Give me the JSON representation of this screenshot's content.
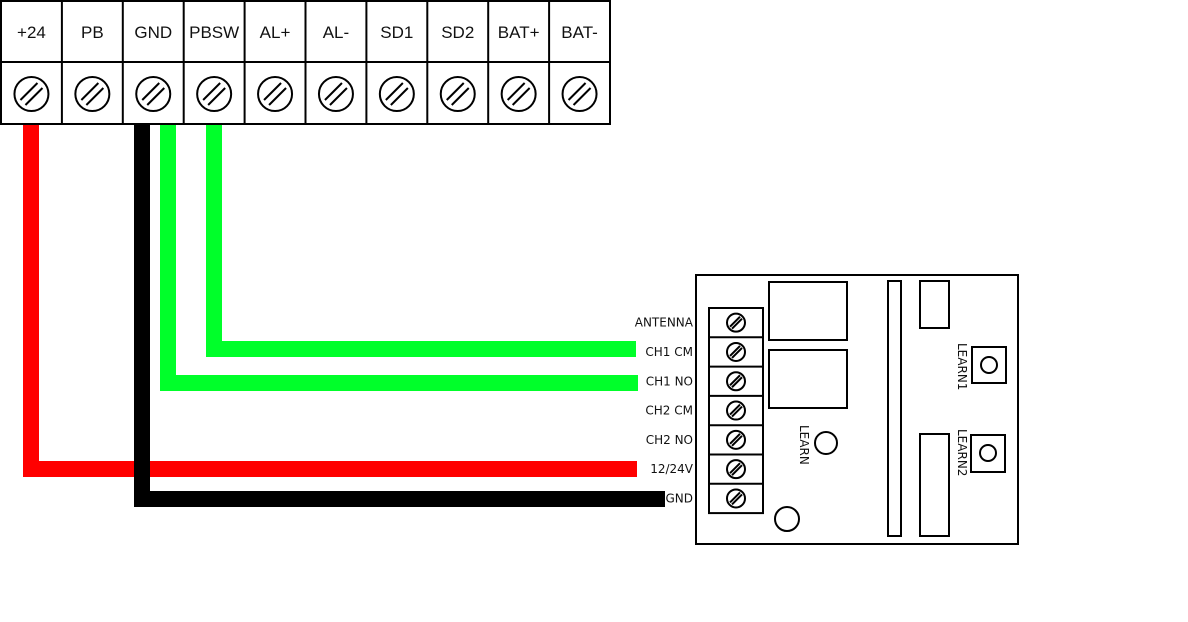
{
  "top_terminal_block": {
    "labels": [
      "+24",
      "PB",
      "GND",
      "PBSW",
      "AL+",
      "AL-",
      "SD1",
      "SD2",
      "BAT+",
      "BAT-"
    ]
  },
  "receiver_module": {
    "terminal_labels": [
      "ANTENNA",
      "CH1 CM",
      "CH1 NO",
      "CH2 CM",
      "CH2 NO",
      "12/24V",
      "GND"
    ],
    "learn_label": "LEARN",
    "learn1_label": "LEARN1",
    "learn2_label": "LEARN2"
  },
  "wires": [
    {
      "from": "+24",
      "to": "12/24V",
      "color": "#ff0000"
    },
    {
      "from": "GND",
      "to": "GND",
      "color": "#000000"
    },
    {
      "from": "GND",
      "to": "CH1 NO",
      "color": "#00ff2a"
    },
    {
      "from": "PBSW",
      "to": "CH1 CM",
      "color": "#00ff2a"
    }
  ],
  "colors": {
    "red_wire": "#ff0000",
    "black_wire": "#000000",
    "green_wire": "#00ff2a",
    "outline": "#000000"
  }
}
